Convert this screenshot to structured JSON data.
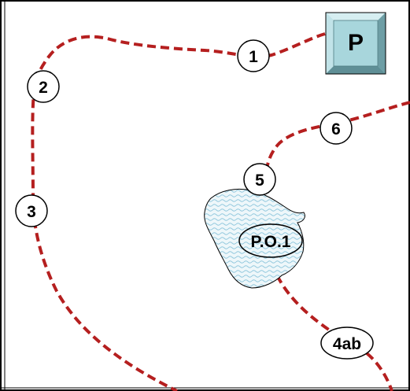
{
  "colors": {
    "route": "#b51f1f",
    "marker_fill": "#ffffff",
    "marker_stroke": "#000000",
    "parking_face": "#a8d6dc",
    "parking_light": "#d6eef1",
    "parking_dark": "#5f8f96",
    "poi_fill": "#e8f4f8",
    "poi_pattern": "#8fc7dd"
  },
  "parking": {
    "label": "P",
    "icon": "parking-icon"
  },
  "poi": {
    "label": "P.O.1",
    "icon": "point-of-interest-area"
  },
  "waypoints": [
    {
      "label": "1"
    },
    {
      "label": "2"
    },
    {
      "label": "3"
    },
    {
      "label": "4ab"
    },
    {
      "label": "5"
    },
    {
      "label": "6"
    }
  ]
}
